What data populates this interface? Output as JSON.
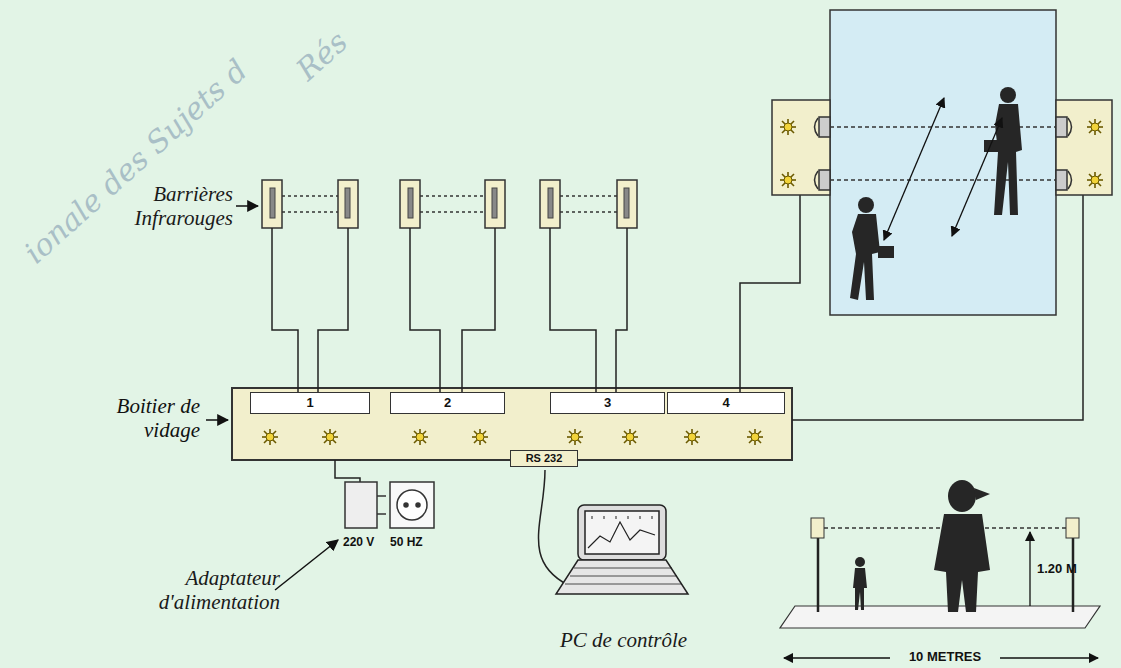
{
  "diagram": {
    "nodes": [
      {
        "text": [
          "Boitier de vidage"
        ]
      },
      {
        "text": [
          "1"
        ],
        "in": 0
      },
      {
        "text": [
          "2"
        ],
        "in": 0
      },
      {
        "text": [
          "3"
        ],
        "in": 0
      },
      {
        "text": [
          "4"
        ],
        "in": 0
      },
      {
        "text": [
          "RS 232"
        ],
        "in": 0
      }
    ],
    "labels": [
      "Barrières Infrarouges",
      "Adaptateur d'alimentation",
      "PC de contrôle",
      "220 V",
      "50 HZ",
      "1.20 M",
      "10 METRES",
      "ionale des Sujets d",
      "Rés"
    ]
  }
}
